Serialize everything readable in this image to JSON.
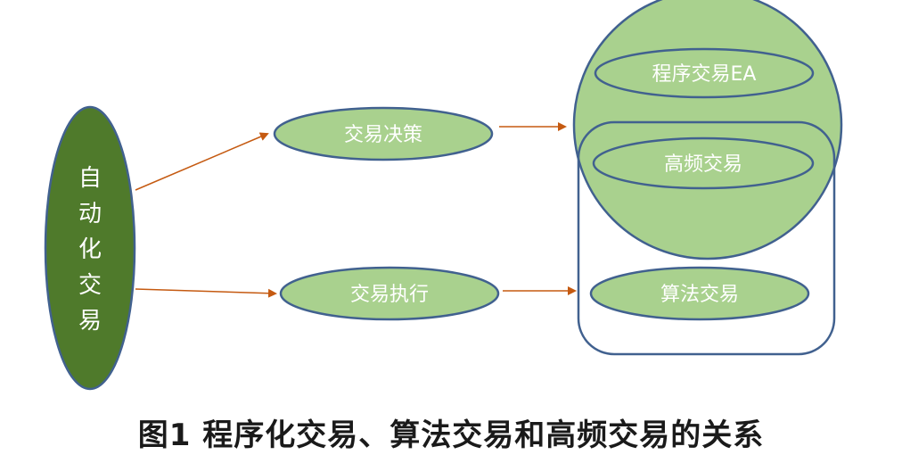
{
  "nodes": {
    "automated": "自动化交易",
    "decision": "交易决策",
    "execution": "交易执行",
    "program_ea": "程序交易EA",
    "high_freq": "高频交易",
    "algorithmic": "算法交易"
  },
  "caption": "图1 程序化交易、算法交易和高频交易的关系",
  "colors": {
    "dark_green": "#4f7a2b",
    "light_green": "#a9d18e",
    "outline_blue": "#41618f",
    "arrow": "#c55a11",
    "text": "#ffffff"
  }
}
